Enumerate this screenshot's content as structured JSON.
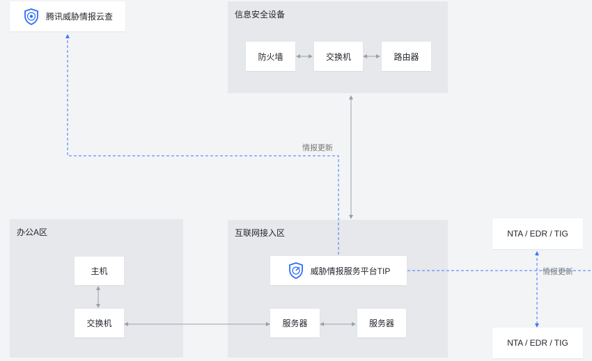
{
  "cloud_box": {
    "label": "腾讯威胁情报云查",
    "icon": "shield-icon"
  },
  "zones": {
    "security": {
      "title": "信息安全设备"
    },
    "office": {
      "title": "办公A区"
    },
    "internet": {
      "title": "互联网接入区"
    }
  },
  "security_devices": {
    "firewall": "防火墙",
    "switch": "交换机",
    "router": "路由器"
  },
  "office_nodes": {
    "host": "主机",
    "switch": "交换机"
  },
  "internet_nodes": {
    "tip": "威胁情报服务平台TIP",
    "tip_icon": "radar-shield-icon",
    "server1": "服务器",
    "server2": "服务器"
  },
  "external": {
    "nta_top": "NTA / EDR / TIG",
    "nta_bottom": "NTA / EDR / TIG"
  },
  "labels": {
    "intel_update_1": "情报更新",
    "intel_update_2": "情报更新"
  },
  "colors": {
    "dashed_line": "#3a78ff",
    "solid_line": "#9aa0a8",
    "zone_bg": "#e6e8eb",
    "background": "#f3f4f6",
    "icon_blue": "#2d6cf6"
  }
}
